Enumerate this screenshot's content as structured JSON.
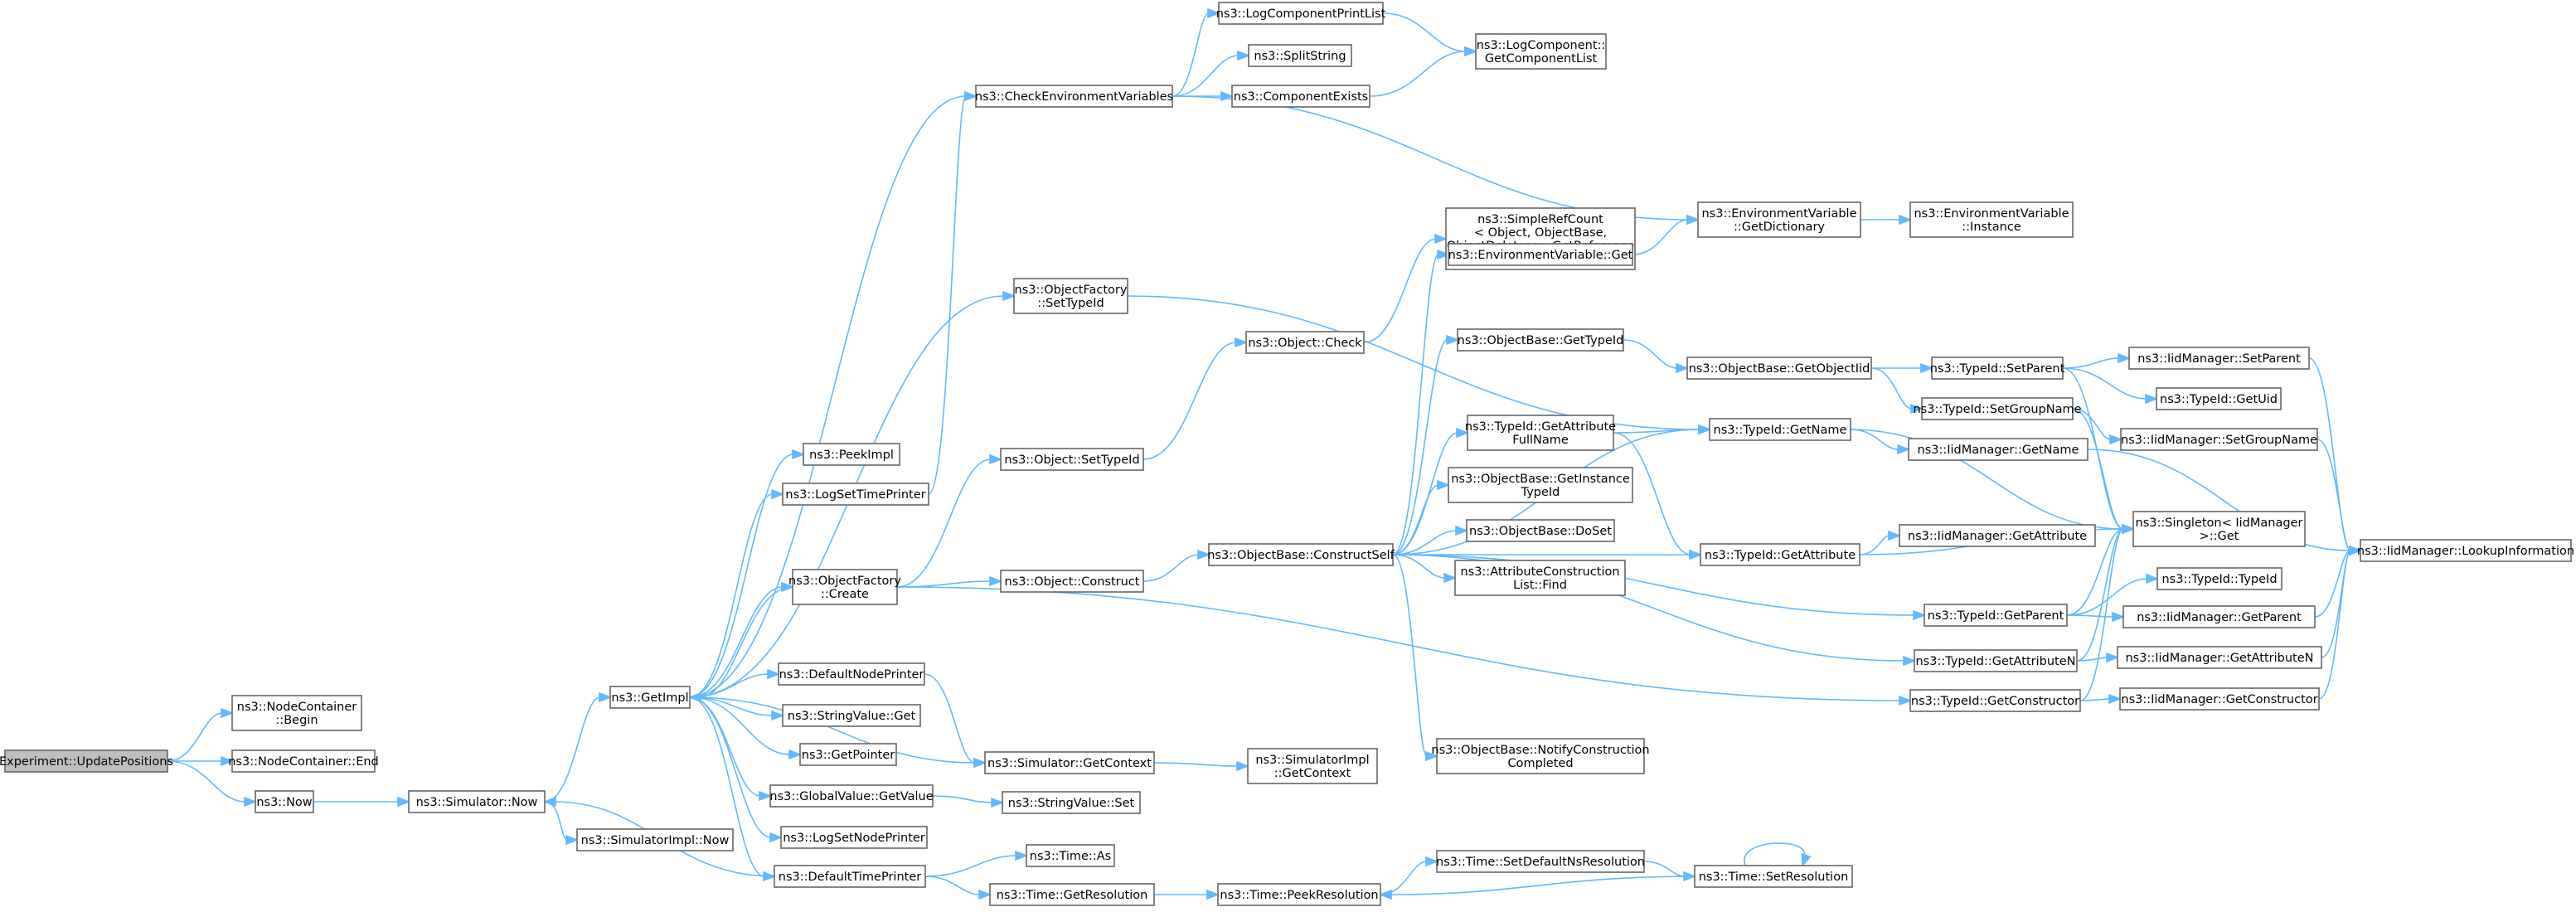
{
  "diagram": {
    "title": "",
    "nodes": [
      {
        "id": "root",
        "lines": [
          "Experiment::UpdatePositions"
        ],
        "root": true
      },
      {
        "id": "nc_begin",
        "lines": [
          "ns3::NodeContainer",
          "::Begin"
        ]
      },
      {
        "id": "nc_end",
        "lines": [
          "ns3::NodeContainer::End"
        ]
      },
      {
        "id": "now",
        "lines": [
          "ns3::Now"
        ]
      },
      {
        "id": "sim_now",
        "lines": [
          "ns3::Simulator::Now"
        ]
      },
      {
        "id": "getimpl",
        "lines": [
          "ns3::GetImpl"
        ]
      },
      {
        "id": "simimpl_now",
        "lines": [
          "ns3::SimulatorImpl::Now"
        ]
      },
      {
        "id": "peekimpl",
        "lines": [
          "ns3::PeekImpl"
        ]
      },
      {
        "id": "logsettime",
        "lines": [
          "ns3::LogSetTimePrinter"
        ]
      },
      {
        "id": "of_create",
        "lines": [
          "ns3::ObjectFactory",
          "::Create"
        ]
      },
      {
        "id": "defnodeprinter",
        "lines": [
          "ns3::DefaultNodePrinter"
        ]
      },
      {
        "id": "strval_get",
        "lines": [
          "ns3::StringValue::Get"
        ]
      },
      {
        "id": "getpointer",
        "lines": [
          "ns3::GetPointer"
        ]
      },
      {
        "id": "globval_getvalue",
        "lines": [
          "ns3::GlobalValue::GetValue"
        ]
      },
      {
        "id": "logsetnode",
        "lines": [
          "ns3::LogSetNodePrinter"
        ]
      },
      {
        "id": "deftimeprinter",
        "lines": [
          "ns3::DefaultTimePrinter"
        ]
      },
      {
        "id": "checkenv",
        "lines": [
          "ns3::CheckEnvironmentVariables"
        ]
      },
      {
        "id": "of_settypeid",
        "lines": [
          "ns3::ObjectFactory",
          "::SetTypeId"
        ]
      },
      {
        "id": "obj_settypeid",
        "lines": [
          "ns3::Object::SetTypeId"
        ]
      },
      {
        "id": "obj_construct",
        "lines": [
          "ns3::Object::Construct"
        ]
      },
      {
        "id": "sim_getcontext",
        "lines": [
          "ns3::Simulator::GetContext"
        ]
      },
      {
        "id": "strval_set",
        "lines": [
          "ns3::StringValue::Set"
        ]
      },
      {
        "id": "time_as",
        "lines": [
          "ns3::Time::As"
        ]
      },
      {
        "id": "time_getres",
        "lines": [
          "ns3::Time::GetResolution"
        ]
      },
      {
        "id": "logcompprint",
        "lines": [
          "ns3::LogComponentPrintList"
        ]
      },
      {
        "id": "splitstring",
        "lines": [
          "ns3::SplitString"
        ]
      },
      {
        "id": "compexists",
        "lines": [
          "ns3::ComponentExists"
        ]
      },
      {
        "id": "obj_check",
        "lines": [
          "ns3::Object::Check"
        ]
      },
      {
        "id": "ob_constructself",
        "lines": [
          "ns3::ObjectBase::ConstructSelf"
        ]
      },
      {
        "id": "simimpl_getcontext",
        "lines": [
          "ns3::SimulatorImpl",
          "::GetContext"
        ]
      },
      {
        "id": "time_peekres",
        "lines": [
          "ns3::Time::PeekResolution"
        ]
      },
      {
        "id": "logcomp_getlist",
        "lines": [
          "ns3::LogComponent::",
          "GetComponentList"
        ]
      },
      {
        "id": "simplerefcount",
        "lines": [
          "ns3::SimpleRefCount",
          "< Object, ObjectBase,",
          "ObjectDeleter >::GetReference",
          "Count"
        ]
      },
      {
        "id": "envvar_get",
        "lines": [
          "ns3::EnvironmentVariable::Get"
        ]
      },
      {
        "id": "ob_gettypeid",
        "lines": [
          "ns3::ObjectBase::GetTypeId"
        ]
      },
      {
        "id": "tid_getattrfullname",
        "lines": [
          "ns3::TypeId::GetAttribute",
          "FullName"
        ]
      },
      {
        "id": "ob_getinstancetypeid",
        "lines": [
          "ns3::ObjectBase::GetInstance",
          "TypeId"
        ]
      },
      {
        "id": "ob_doset",
        "lines": [
          "ns3::ObjectBase::DoSet"
        ]
      },
      {
        "id": "attrconstr_find",
        "lines": [
          "ns3::AttributeConstruction",
          "List::Find"
        ]
      },
      {
        "id": "ob_notify",
        "lines": [
          "ns3::ObjectBase::NotifyConstruction",
          "Completed"
        ]
      },
      {
        "id": "time_setdefns",
        "lines": [
          "ns3::Time::SetDefaultNsResolution"
        ]
      },
      {
        "id": "envvar_getdict",
        "lines": [
          "ns3::EnvironmentVariable",
          "::GetDictionary"
        ]
      },
      {
        "id": "ob_getobjectiid",
        "lines": [
          "ns3::ObjectBase::GetObjectIid"
        ]
      },
      {
        "id": "tid_getname",
        "lines": [
          "ns3::TypeId::GetName"
        ]
      },
      {
        "id": "tid_getattribute",
        "lines": [
          "ns3::TypeId::GetAttribute"
        ]
      },
      {
        "id": "tid_getparent",
        "lines": [
          "ns3::TypeId::GetParent"
        ]
      },
      {
        "id": "tid_getattributen",
        "lines": [
          "ns3::TypeId::GetAttributeN"
        ]
      },
      {
        "id": "tid_getconstructor",
        "lines": [
          "ns3::TypeId::GetConstructor"
        ]
      },
      {
        "id": "time_setres",
        "lines": [
          "ns3::Time::SetResolution"
        ]
      },
      {
        "id": "envvar_instance",
        "lines": [
          "ns3::EnvironmentVariable",
          "::Instance"
        ]
      },
      {
        "id": "tid_setparent",
        "lines": [
          "ns3::TypeId::SetParent"
        ]
      },
      {
        "id": "tid_setgroupname",
        "lines": [
          "ns3::TypeId::SetGroupName"
        ]
      },
      {
        "id": "iidm_getname",
        "lines": [
          "ns3::IidManager::GetName"
        ]
      },
      {
        "id": "iidm_getattribute",
        "lines": [
          "ns3::IidManager::GetAttribute"
        ]
      },
      {
        "id": "singleton_get",
        "lines": [
          "ns3::Singleton< IidManager",
          ">::Get"
        ]
      },
      {
        "id": "tid_typeid",
        "lines": [
          "ns3::TypeId::TypeId"
        ]
      },
      {
        "id": "iidm_setparent",
        "lines": [
          "ns3::IidManager::SetParent"
        ]
      },
      {
        "id": "tid_getuid",
        "lines": [
          "ns3::TypeId::GetUid"
        ]
      },
      {
        "id": "iidm_setgroupname",
        "lines": [
          "ns3::IidManager::SetGroupName"
        ]
      },
      {
        "id": "iidm_getparent",
        "lines": [
          "ns3::IidManager::GetParent"
        ]
      },
      {
        "id": "iidm_getattributen",
        "lines": [
          "ns3::IidManager::GetAttributeN"
        ]
      },
      {
        "id": "iidm_getconstructor",
        "lines": [
          "ns3::IidManager::GetConstructor"
        ]
      },
      {
        "id": "iidm_lookup",
        "lines": [
          "ns3::IidManager::LookupInformation"
        ]
      }
    ],
    "edges": [
      [
        "root",
        "nc_begin"
      ],
      [
        "root",
        "nc_end"
      ],
      [
        "root",
        "now"
      ],
      [
        "now",
        "sim_now"
      ],
      [
        "sim_now",
        "getimpl"
      ],
      [
        "sim_now",
        "simimpl_now"
      ],
      [
        "getimpl",
        "peekimpl"
      ],
      [
        "getimpl",
        "logsettime"
      ],
      [
        "getimpl",
        "of_create"
      ],
      [
        "getimpl",
        "defnodeprinter"
      ],
      [
        "getimpl",
        "strval_get"
      ],
      [
        "getimpl",
        "getpointer"
      ],
      [
        "getimpl",
        "globval_getvalue"
      ],
      [
        "getimpl",
        "logsetnode"
      ],
      [
        "getimpl",
        "deftimeprinter"
      ],
      [
        "getimpl",
        "checkenv"
      ],
      [
        "getimpl",
        "of_settypeid"
      ],
      [
        "getimpl",
        "sim_getcontext"
      ],
      [
        "logsettime",
        "checkenv"
      ],
      [
        "of_create",
        "obj_settypeid"
      ],
      [
        "of_create",
        "obj_construct"
      ],
      [
        "of_create",
        "getimpl"
      ],
      [
        "of_create",
        "tid_getconstructor"
      ],
      [
        "defnodeprinter",
        "sim_getcontext"
      ],
      [
        "globval_getvalue",
        "strval_set"
      ],
      [
        "deftimeprinter",
        "sim_now"
      ],
      [
        "deftimeprinter",
        "time_as"
      ],
      [
        "deftimeprinter",
        "time_getres"
      ],
      [
        "checkenv",
        "logcompprint"
      ],
      [
        "checkenv",
        "splitstring"
      ],
      [
        "checkenv",
        "compexists"
      ],
      [
        "checkenv",
        "envvar_getdict"
      ],
      [
        "of_settypeid",
        "tid_getname"
      ],
      [
        "obj_settypeid",
        "obj_check"
      ],
      [
        "obj_construct",
        "ob_constructself"
      ],
      [
        "sim_getcontext",
        "simimpl_getcontext"
      ],
      [
        "time_getres",
        "time_peekres"
      ],
      [
        "logcompprint",
        "logcomp_getlist"
      ],
      [
        "compexists",
        "logcomp_getlist"
      ],
      [
        "obj_check",
        "simplerefcount"
      ],
      [
        "ob_constructself",
        "envvar_get"
      ],
      [
        "ob_constructself",
        "ob_gettypeid"
      ],
      [
        "ob_constructself",
        "tid_getattrfullname"
      ],
      [
        "ob_constructself",
        "ob_getinstancetypeid"
      ],
      [
        "ob_constructself",
        "ob_doset"
      ],
      [
        "ob_constructself",
        "attrconstr_find"
      ],
      [
        "ob_constructself",
        "ob_notify"
      ],
      [
        "ob_constructself",
        "tid_getname"
      ],
      [
        "ob_constructself",
        "tid_getattribute"
      ],
      [
        "ob_constructself",
        "tid_getparent"
      ],
      [
        "ob_constructself",
        "tid_getattributen"
      ],
      [
        "time_peekres",
        "time_setdefns"
      ],
      [
        "time_setdefns",
        "time_setres"
      ],
      [
        "time_setres",
        "time_peekres"
      ],
      [
        "time_setres",
        "time_setres"
      ],
      [
        "envvar_get",
        "envvar_getdict"
      ],
      [
        "envvar_getdict",
        "envvar_instance"
      ],
      [
        "ob_gettypeid",
        "ob_getobjectiid"
      ],
      [
        "ob_getobjectiid",
        "tid_setparent"
      ],
      [
        "ob_getobjectiid",
        "tid_setgroupname"
      ],
      [
        "tid_getattrfullname",
        "tid_getname"
      ],
      [
        "tid_getattrfullname",
        "tid_getattribute"
      ],
      [
        "tid_getname",
        "iidm_getname"
      ],
      [
        "tid_getname",
        "singleton_get"
      ],
      [
        "tid_getattribute",
        "iidm_getattribute"
      ],
      [
        "tid_getattribute",
        "singleton_get"
      ],
      [
        "tid_setparent",
        "iidm_setparent"
      ],
      [
        "tid_setparent",
        "tid_getuid"
      ],
      [
        "tid_setparent",
        "singleton_get"
      ],
      [
        "tid_setgroupname",
        "iidm_setgroupname"
      ],
      [
        "tid_setgroupname",
        "singleton_get"
      ],
      [
        "tid_getparent",
        "singleton_get"
      ],
      [
        "tid_getparent",
        "tid_typeid"
      ],
      [
        "tid_getparent",
        "iidm_getparent"
      ],
      [
        "tid_getattributen",
        "singleton_get"
      ],
      [
        "tid_getattributen",
        "iidm_getattributen"
      ],
      [
        "tid_getconstructor",
        "singleton_get"
      ],
      [
        "tid_getconstructor",
        "iidm_getconstructor"
      ],
      [
        "iidm_setparent",
        "iidm_lookup"
      ],
      [
        "iidm_setgroupname",
        "iidm_lookup"
      ],
      [
        "iidm_getname",
        "iidm_lookup"
      ],
      [
        "iidm_getparent",
        "iidm_lookup"
      ],
      [
        "iidm_getattributen",
        "iidm_lookup"
      ],
      [
        "iidm_getconstructor",
        "iidm_lookup"
      ]
    ]
  }
}
